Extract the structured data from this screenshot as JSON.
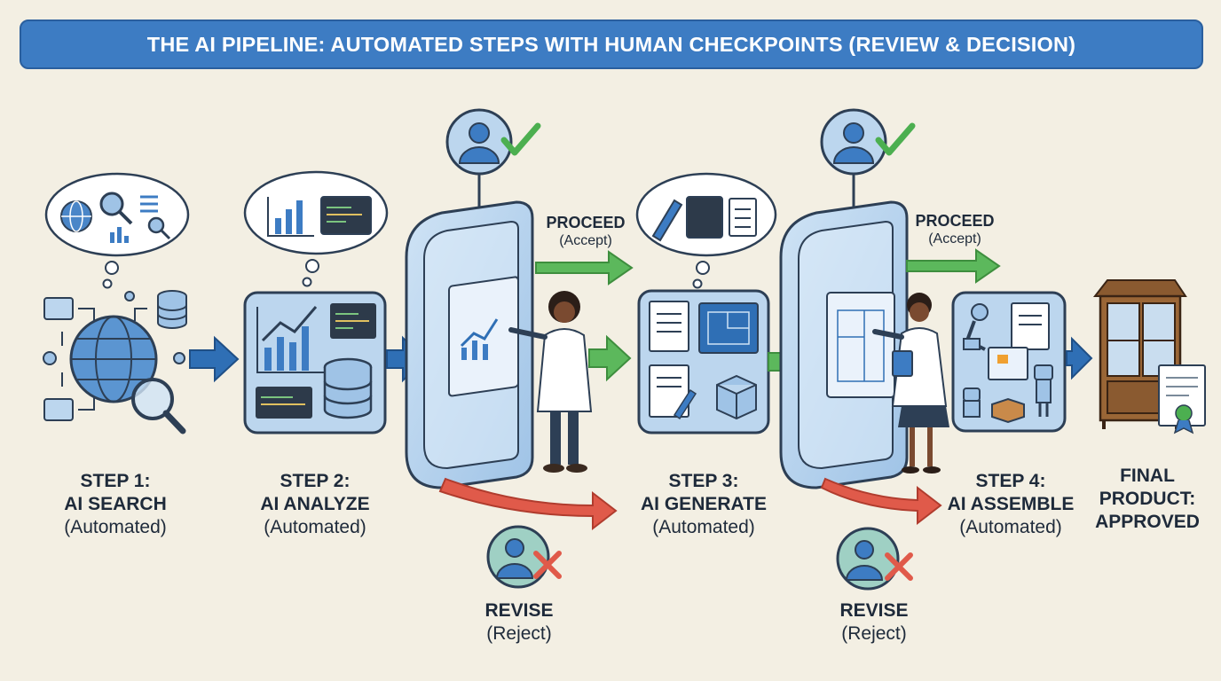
{
  "header": {
    "title": "THE AI PIPELINE: AUTOMATED STEPS WITH HUMAN CHECKPOINTS (REVIEW & DECISION)"
  },
  "steps": [
    {
      "title": "STEP 1:",
      "action": "AI SEARCH",
      "mode": "(Automated)"
    },
    {
      "title": "STEP 2:",
      "action": "AI ANALYZE",
      "mode": "(Automated)"
    },
    {
      "title": "STEP 3:",
      "action": "AI GENERATE",
      "mode": "(Automated)"
    },
    {
      "title": "STEP 4:",
      "action": "AI ASSEMBLE",
      "mode": "(Automated)"
    }
  ],
  "final": {
    "line1": "FINAL",
    "line2": "PRODUCT:",
    "line3": "APPROVED"
  },
  "checkpoints": [
    {
      "proceed": "PROCEED",
      "proceed_sub": "(Accept)",
      "revise": "REVISE",
      "revise_sub": "(Reject)"
    },
    {
      "proceed": "PROCEED",
      "proceed_sub": "(Accept)",
      "revise": "REVISE",
      "revise_sub": "(Reject)"
    }
  ],
  "colors": {
    "banner": "#3d7cc3",
    "background": "#f3efe3",
    "panel": "#bcd6ee",
    "accept": "#5cb85c",
    "reject": "#e05a4a",
    "flow": "#2f6fb5"
  }
}
